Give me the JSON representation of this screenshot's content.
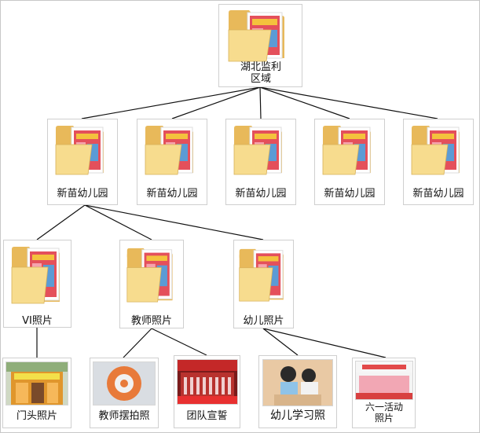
{
  "root": {
    "label": "湖北监利区域"
  },
  "level1": [
    {
      "label": "新苗幼儿园"
    },
    {
      "label": "新苗幼儿园"
    },
    {
      "label": "新苗幼儿园"
    },
    {
      "label": "新苗幼儿园"
    },
    {
      "label": "新苗幼儿园"
    }
  ],
  "level2": [
    {
      "label": "VI照片"
    },
    {
      "label": "教师照片"
    },
    {
      "label": "幼儿照片"
    }
  ],
  "level3": [
    {
      "label": "门头照片"
    },
    {
      "label": "教师摆拍照"
    },
    {
      "label": "团队宣誓"
    },
    {
      "label": "幼儿学习照"
    },
    {
      "label": "六一活动照片"
    }
  ],
  "colors": {
    "folder_back": "#e8b95a",
    "folder_front": "#f7dc8e",
    "connector": "#111111"
  }
}
